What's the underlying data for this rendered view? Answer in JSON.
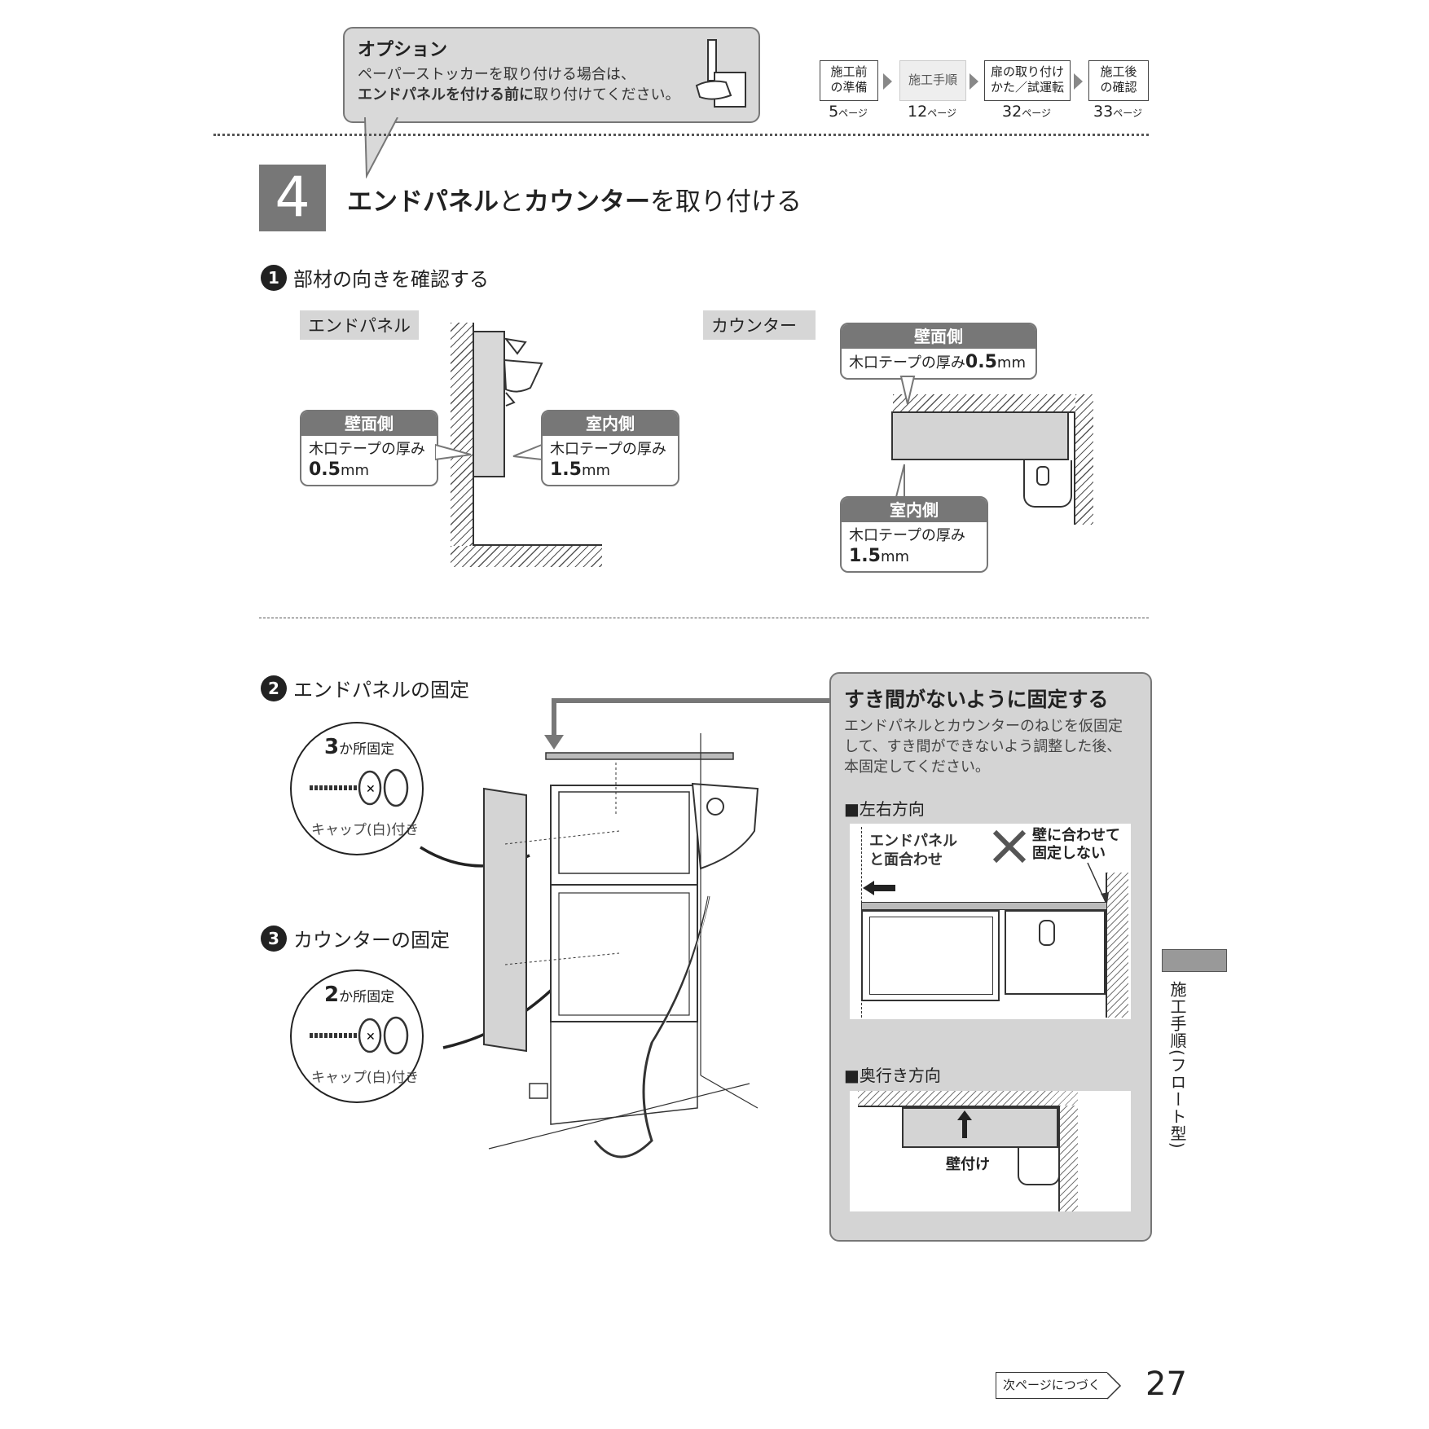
{
  "option": {
    "title": "オプション",
    "line1": "ペーパーストッカーを取り付ける場合は、",
    "line2_bold": "エンドパネルを付ける前に",
    "line2_rest": "取り付けてください。",
    "icon": "paper-stocker-icon"
  },
  "steps": [
    {
      "line1": "施工前",
      "line2": "の準備",
      "page": "5",
      "current": false
    },
    {
      "line1": "施工手順",
      "line2": "",
      "page": "12",
      "current": true
    },
    {
      "line1": "扉の取り付け",
      "line2": "かた／試運転",
      "page": "32",
      "current": false
    },
    {
      "line1": "施工後",
      "line2": "の確認",
      "page": "33",
      "current": false
    }
  ],
  "page_unit": "ページ",
  "section": {
    "number": "4",
    "title_b1": "エンドパネル",
    "title_n1": "と",
    "title_b2": "カウンター",
    "title_n2": "を取り付ける"
  },
  "sub1": {
    "num": "1",
    "title": "部材の向きを確認する"
  },
  "endpanel_label": "エンドパネル",
  "counter_label": "カウンター",
  "bubbles": {
    "ep_wall": {
      "head": "壁面側",
      "line1": "木口テープの厚み",
      "value": "0.5",
      "unit": "mm"
    },
    "ep_room": {
      "head": "室内側",
      "line1": "木口テープの厚み",
      "value": "1.5",
      "unit": "mm"
    },
    "ct_wall": {
      "head": "壁面側",
      "line1": "木口テープの厚み",
      "value": "0.5",
      "unit": "mm"
    },
    "ct_room": {
      "head": "室内側",
      "line1": "木口テープの厚み",
      "value": "1.5",
      "unit": "mm"
    }
  },
  "sub2": {
    "num": "2",
    "title": "エンドパネルの固定"
  },
  "sub3": {
    "num": "3",
    "title": "カウンターの固定"
  },
  "screw1": {
    "count": "3",
    "label": "か所固定",
    "cap": "キャップ(白)付き"
  },
  "screw2": {
    "count": "2",
    "label": "か所固定",
    "cap": "キャップ(白)付き"
  },
  "gap_panel": {
    "title": "すき間がないように固定する",
    "line1": "エンドパネルとカウンターのねじを仮固定",
    "line2": "して、すき間ができないよう調整した後、",
    "line3": "本固定してください。",
    "lr_head": "■左右方向",
    "lr_flush1": "エンドパネル",
    "lr_flush2": "と面合わせ",
    "lr_ng1": "壁に合わせて",
    "lr_ng2": "固定しない",
    "depth_head": "■奥行き方向",
    "depth_label": "壁付け"
  },
  "side_tab": "施工手順(フロート型)",
  "next_page": "次ページにつづく",
  "page_number": "27",
  "colors": {
    "panel_bg": "#d4d4d4",
    "bubble_grey": "#777777",
    "label_grey": "#d6d6d6"
  }
}
